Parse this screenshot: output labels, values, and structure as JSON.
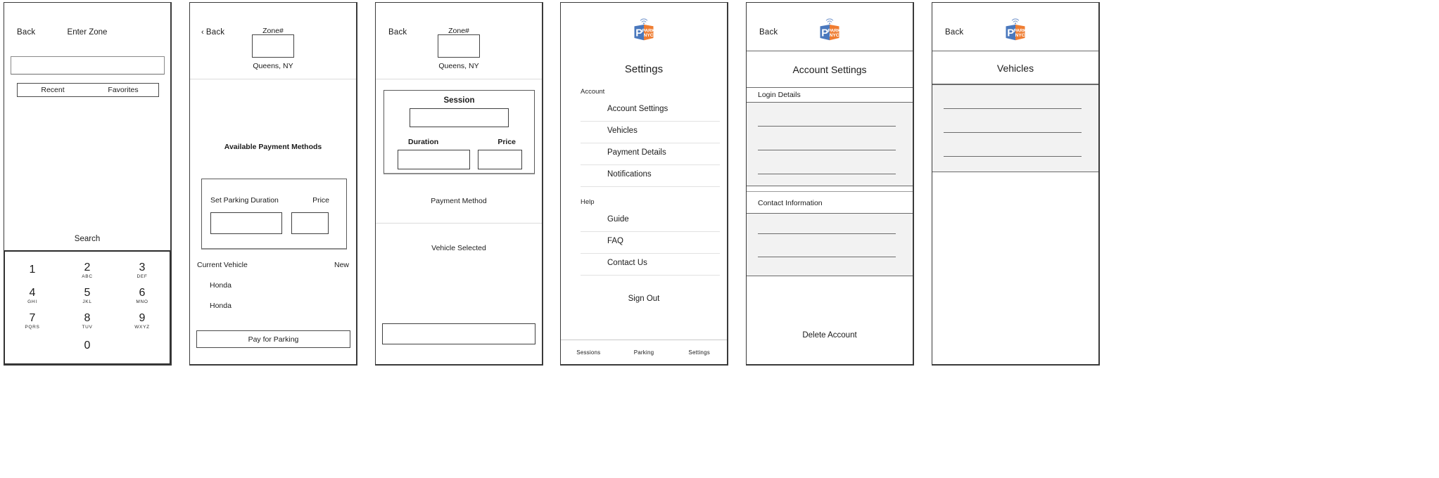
{
  "app": {
    "logo_name": "parknyc-logo",
    "logo_primary": "#4a78bd",
    "logo_accent": "#ef7d32",
    "logo_text_top": "PARK",
    "logo_text_bottom": "NYC",
    "logo_letter": "P"
  },
  "screen_enter_zone": {
    "back": "Back",
    "title": "Enter Zone",
    "input_value": "",
    "input_placeholder": "",
    "segments": [
      "Recent",
      "Favorites"
    ],
    "search_label": "Search",
    "keypad": [
      {
        "digit": "1",
        "letters": ""
      },
      {
        "digit": "2",
        "letters": "ABC"
      },
      {
        "digit": "3",
        "letters": "DEF"
      },
      {
        "digit": "4",
        "letters": "GHI"
      },
      {
        "digit": "5",
        "letters": "JKL"
      },
      {
        "digit": "6",
        "letters": "MNO"
      },
      {
        "digit": "7",
        "letters": "PQRS"
      },
      {
        "digit": "8",
        "letters": "TUV"
      },
      {
        "digit": "9",
        "letters": "WXYZ"
      },
      {
        "digit": "0",
        "letters": ""
      }
    ]
  },
  "screen_payment": {
    "back": "Back",
    "back_chevron": "‹",
    "zone_label": "Zone#",
    "zone_value": "",
    "location": "Queens, NY",
    "available_payment_methods": "Available Payment Methods",
    "duration_label": "Set Parking Duration",
    "duration_value": "",
    "price_label": "Price",
    "price_value": "",
    "current_vehicle_label": "Current Vehicle",
    "new_label": "New",
    "vehicles": [
      "Honda",
      "Honda"
    ],
    "pay_button": "Pay for Parking"
  },
  "screen_session": {
    "back": "Back",
    "zone_label": "Zone#",
    "zone_value": "",
    "location": "Queens, NY",
    "session_title": "Session",
    "session_value": "",
    "duration_label": "Duration",
    "duration_value": "",
    "price_label": "Price",
    "price_value": "",
    "payment_method_label": "Payment Method",
    "vehicle_selected_label": "Vehicle Selected",
    "bottom_field_value": ""
  },
  "screen_settings": {
    "title": "Settings",
    "groups": [
      {
        "label": "Account",
        "items": [
          "Account Settings",
          "Vehicles",
          "Payment Details",
          "Notifications"
        ]
      },
      {
        "label": "Help",
        "items": [
          "Guide",
          "FAQ",
          "Contact Us"
        ]
      }
    ],
    "sign_out": "Sign Out",
    "tabs": [
      "Sessions",
      "Parking",
      "Settings"
    ]
  },
  "screen_account_settings": {
    "back": "Back",
    "title": "Account Settings",
    "sections": [
      {
        "label": "Login Details",
        "field_count": 3
      },
      {
        "label": "Contact Information",
        "field_count": 2
      }
    ],
    "delete_account": "Delete Account"
  },
  "screen_vehicles": {
    "back": "Back",
    "title": "Vehicles",
    "field_count": 3
  }
}
